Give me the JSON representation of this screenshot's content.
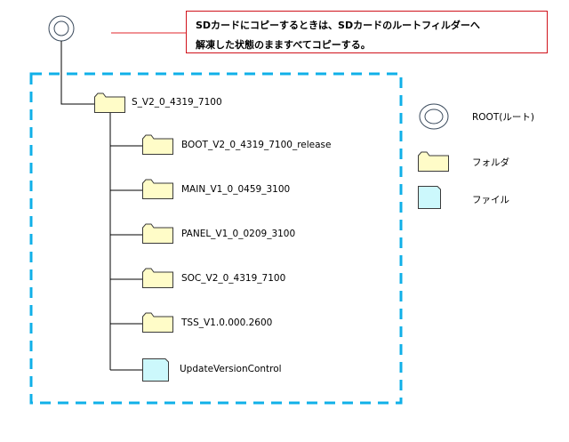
{
  "note": {
    "lines": [
      "SDカードにコピーするときは、SDカードのルートフィルダーへ",
      "解凍した状態のまますべてコピーする。"
    ]
  },
  "colors": {
    "note_border": "#d0121b",
    "connector_red": "#e0242b",
    "dashed_frame": "#10b0e8",
    "folder_fill": "#fffcc8",
    "file_fill": "#ccf8fc",
    "root_stroke": "#3a4a5c",
    "outline": "#3a3a3a"
  },
  "tree": {
    "root_folder": "S_V2_0_4319_7100",
    "children": [
      {
        "type": "folder",
        "name": "BOOT_V2_0_4319_7100_release"
      },
      {
        "type": "folder",
        "name": "MAIN_V1_0_0459_3100"
      },
      {
        "type": "folder",
        "name": "PANEL_V1_0_0209_3100"
      },
      {
        "type": "folder",
        "name": "SOC_V2_0_4319_7100"
      },
      {
        "type": "folder",
        "name": "TSS_V1.0.000.2600"
      },
      {
        "type": "file",
        "name": "UpdateVersionControl"
      }
    ]
  },
  "legend": {
    "root": "ROOT(ルート)",
    "folder": "フォルダ",
    "file": "ファイル"
  }
}
